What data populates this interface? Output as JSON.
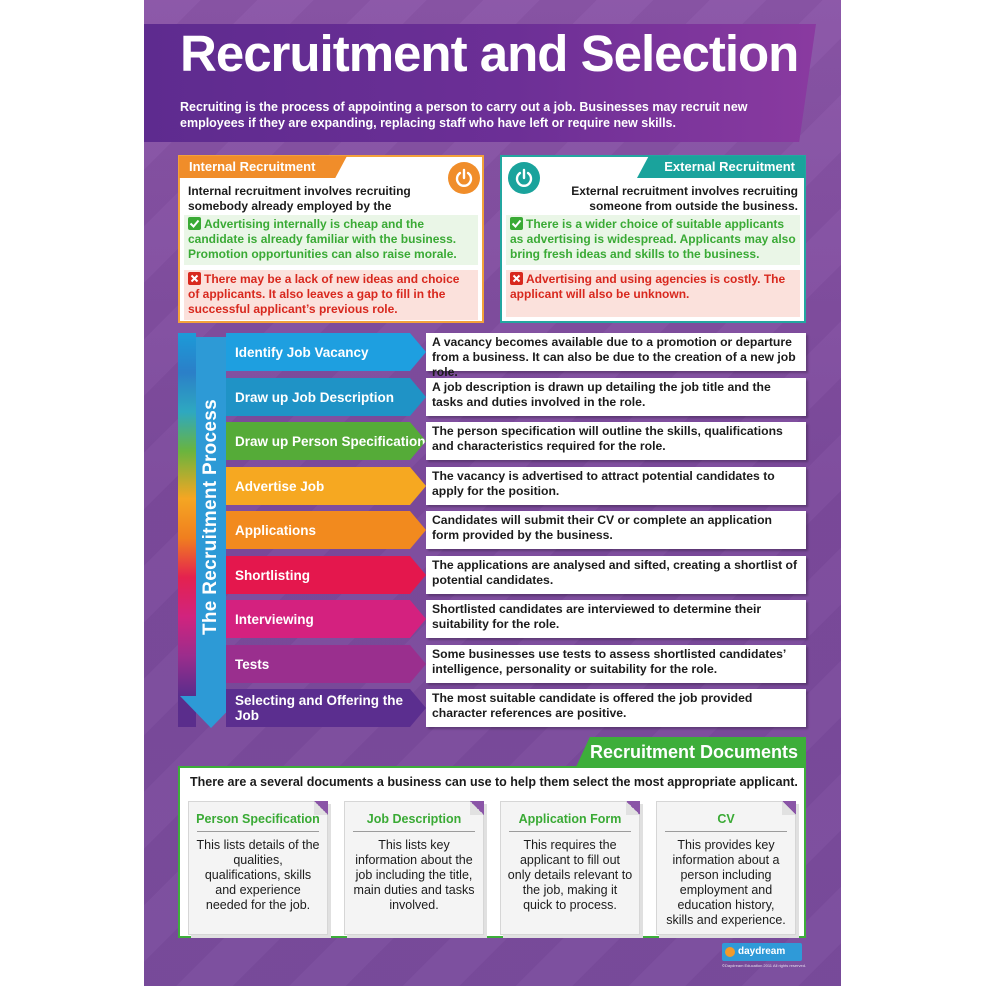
{
  "header": {
    "title": "Recruitment and Selection",
    "intro": "Recruiting is the process of appointing a person to carry out a job. Businesses may recruit new employees if they are expanding, replacing staff who have left or require new skills."
  },
  "internal": {
    "tab": "Internal Recruitment",
    "description": "Internal recruitment involves recruiting somebody already employed by the business.",
    "pro": "Advertising internally is cheap and the candidate is already familiar with the business. Promotion opportunities can also raise morale.",
    "con": "There may be a lack of new ideas and choice of applicants. It also leaves a gap to fill in the successful applicant’s previous role.",
    "icon": "power-icon"
  },
  "external": {
    "tab": "External Recruitment",
    "description": "External recruitment involves recruiting someone from outside the business.",
    "pro": "There is a wider choice of suitable applicants as advertising is widespread. Applicants may also bring fresh ideas and skills to the business.",
    "con": "Advertising and using agencies is costly. The applicant will also be unknown.",
    "icon": "power-icon"
  },
  "process": {
    "label": "The Recruitment Process",
    "steps": [
      {
        "title": "Identify Job Vacancy",
        "desc": "A vacancy becomes available due to a promotion or departure from a business. It can also be due to the creation of a new job role.",
        "color": "#1e9fe0"
      },
      {
        "title": "Draw up Job Description",
        "desc": "A job description is drawn up detailing the job title and the tasks and duties involved in the role.",
        "color": "#1f93c6"
      },
      {
        "title": "Draw up Person Specification",
        "desc": "The person specification will outline the skills, qualifications and characteristics required for the role.",
        "color": "#55ab38"
      },
      {
        "title": "Advertise Job",
        "desc": "The vacancy is advertised to attract potential candidates to apply for the position.",
        "color": "#f6a821"
      },
      {
        "title": "Applications",
        "desc": "Candidates will submit their CV or complete an application form provided by the business.",
        "color": "#f28a1e"
      },
      {
        "title": "Shortlisting",
        "desc": "The applications are analysed and sifted, creating a shortlist of potential candidates.",
        "color": "#e4174d"
      },
      {
        "title": "Interviewing",
        "desc": "Shortlisted candidates are interviewed to determine their suitability for the role.",
        "color": "#d4217f"
      },
      {
        "title": "Tests",
        "desc": "Some businesses use tests to assess shortlisted candidates’ intelligence, personality or suitability for the role.",
        "color": "#9a2f8e"
      },
      {
        "title": "Selecting and Offering the Job",
        "desc": "The most suitable candidate is offered the job provided character references are positive.",
        "color": "#5b2e8f"
      }
    ]
  },
  "documents": {
    "tab": "Recruitment Documents",
    "intro": "There are a several documents a business can use to help them select the most appropriate applicant.",
    "items": [
      {
        "title": "Person Specification",
        "body": "This lists details of the qualities, qualifications, skills and experience needed for the job."
      },
      {
        "title": "Job Description",
        "body": "This lists key information about the job including the title, main duties and tasks involved."
      },
      {
        "title": "Application Form",
        "body": "This requires the applicant to fill out only details relevant to the job, making it quick to process."
      },
      {
        "title": "CV",
        "body": "This provides key information about a person including employment and education history, skills and experience."
      }
    ]
  },
  "footer": {
    "logo": "daydream",
    "copyright": "©Daydream Education 2011 All rights reserved."
  },
  "colors": {
    "background": "#7c4a9c",
    "header": "#6c2f96",
    "internal_accent": "#f08d2a",
    "external_accent": "#1aa39c",
    "pro_text": "#3aaa35",
    "con_text": "#d8281e",
    "documents_accent": "#3dae3a"
  }
}
